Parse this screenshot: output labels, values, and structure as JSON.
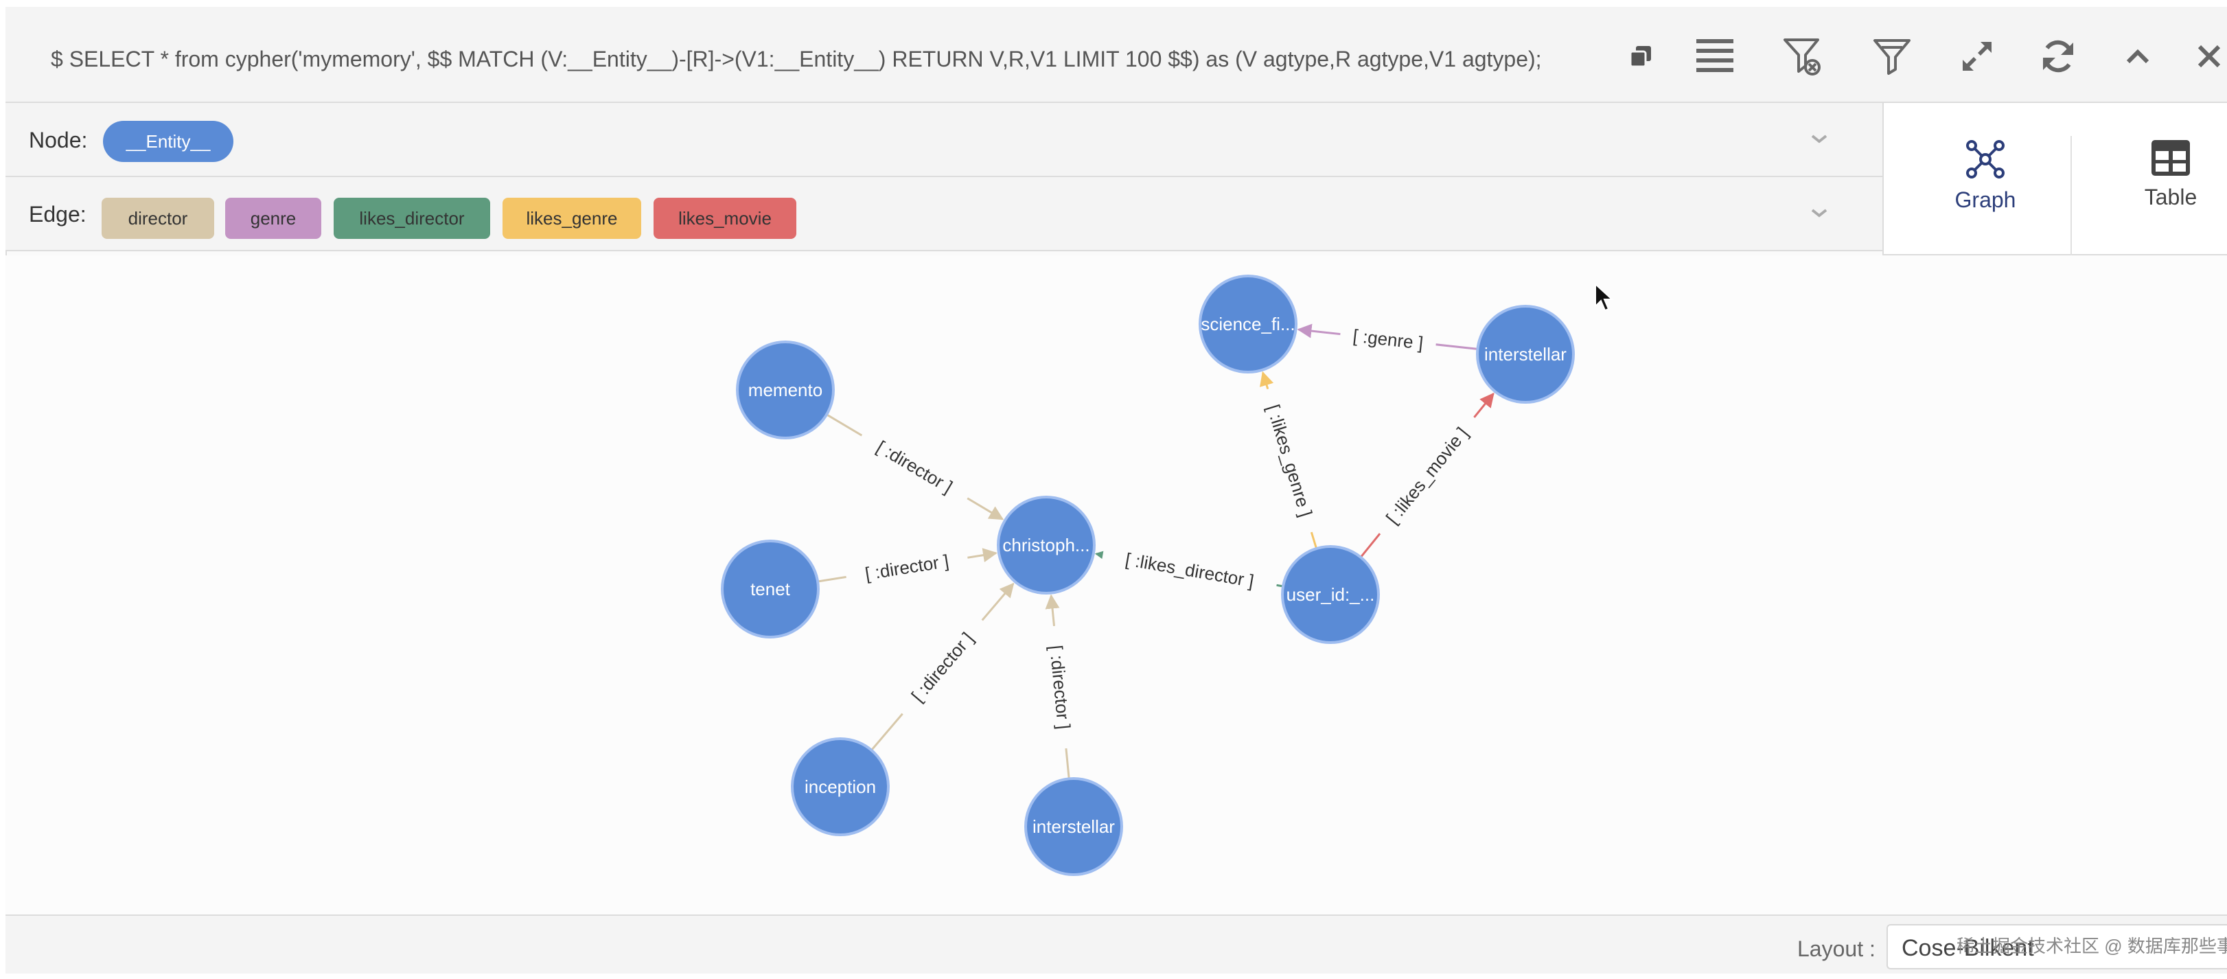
{
  "query": {
    "text": "$ SELECT * from cypher('mymemory', $$ MATCH (V:__Entity__)-[R]->(V1:__Entity__) RETURN V,R,V1 LIMIT 100 $$) as (V agtype,R agtype,V1 agtype);"
  },
  "toolbar": {
    "icons": [
      "copy-icon",
      "menu-icon",
      "filter-clear-icon",
      "filter-icon",
      "expand-icon",
      "refresh-icon",
      "collapse-icon",
      "close-icon"
    ]
  },
  "node_filter": {
    "label": "Node:",
    "labels": [
      "__Entity__"
    ],
    "color": "#5a8bd6"
  },
  "edge_filter": {
    "label": "Edge:",
    "types": [
      {
        "name": "director",
        "color": "#d7c8aa"
      },
      {
        "name": "genre",
        "color": "#c394c4"
      },
      {
        "name": "likes_director",
        "color": "#5e9b7e"
      },
      {
        "name": "likes_genre",
        "color": "#f4c567"
      },
      {
        "name": "likes_movie",
        "color": "#df6b6b"
      }
    ]
  },
  "view_toggle": {
    "graph_label": "Graph",
    "table_label": "Table",
    "active": "Graph"
  },
  "graph": {
    "nodes": [
      {
        "id": "memento",
        "label": "memento"
      },
      {
        "id": "tenet",
        "label": "tenet"
      },
      {
        "id": "inception",
        "label": "inception"
      },
      {
        "id": "interstellar_bottom",
        "label": "interstellar"
      },
      {
        "id": "christopher",
        "label": "christoph..."
      },
      {
        "id": "science_fiction",
        "label": "science_fi..."
      },
      {
        "id": "interstellar_top",
        "label": "interstellar"
      },
      {
        "id": "user",
        "label": "user_id:_..."
      }
    ],
    "edges": [
      {
        "source": "memento",
        "target": "christopher",
        "label": "[ :director ]",
        "type": "director"
      },
      {
        "source": "tenet",
        "target": "christopher",
        "label": "[ :director ]",
        "type": "director"
      },
      {
        "source": "inception",
        "target": "christopher",
        "label": "[ :director ]",
        "type": "director"
      },
      {
        "source": "interstellar_bottom",
        "target": "christopher",
        "label": "[ :director ]",
        "type": "director"
      },
      {
        "source": "user",
        "target": "christopher",
        "label": "[ :likes_director ]",
        "type": "likes_director"
      },
      {
        "source": "user",
        "target": "science_fiction",
        "label": "[ :likes_genre ]",
        "type": "likes_genre"
      },
      {
        "source": "user",
        "target": "interstellar_top",
        "label": "[ :likes_movie ]",
        "type": "likes_movie"
      },
      {
        "source": "interstellar_top",
        "target": "science_fiction",
        "label": "[ :genre ]",
        "type": "genre"
      }
    ]
  },
  "footer": {
    "layout_label": "Layout :",
    "layout_value": "Cose-Bilkent",
    "watermark": "稀土掘金技术社区 @ 数据库那些事儿"
  }
}
